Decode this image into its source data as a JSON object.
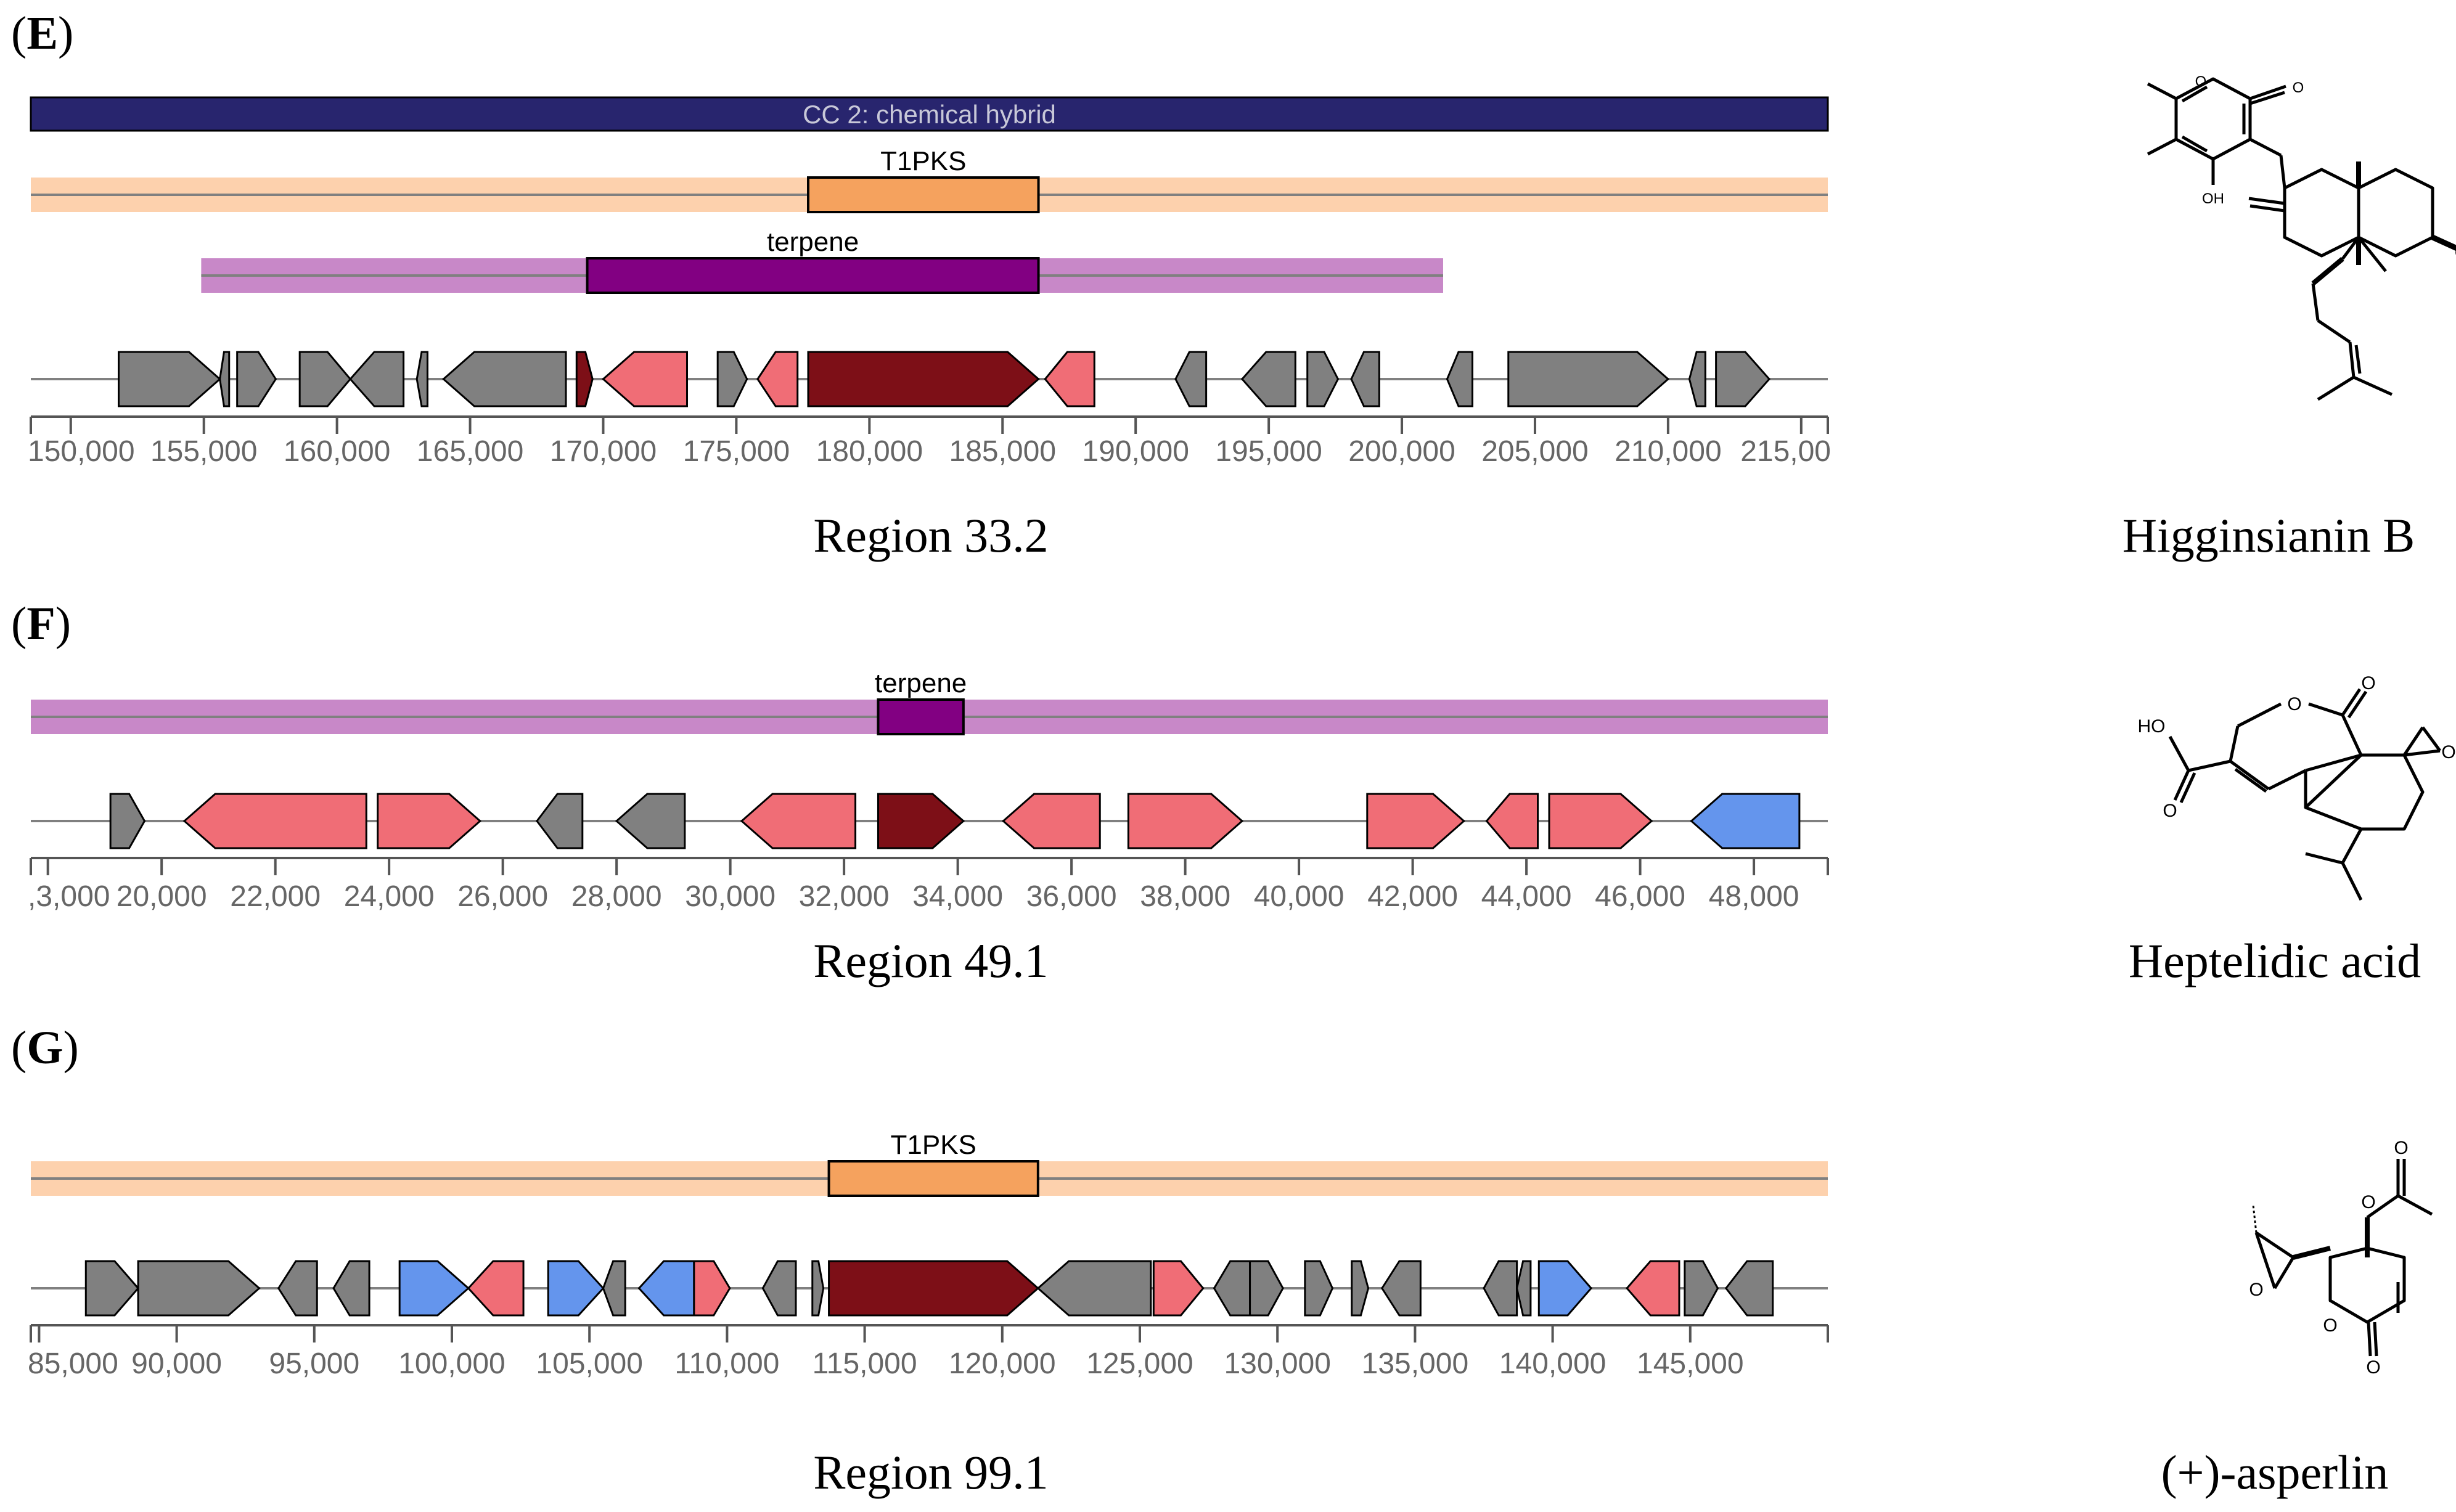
{
  "colors": {
    "core_gene": "#7d0f17",
    "biosynthetic_additional": "#f06d76",
    "transport": "#6495ed",
    "other": "#808080",
    "t1pks_band": "#fdd1ad",
    "t1pks_box": "#f5a25e",
    "terpene_band": "#c888c8",
    "terpene_box": "#820082",
    "hybrid_bar": "#28256e",
    "backbone": "#808080"
  },
  "panels": [
    {
      "letter": "E",
      "region_label": "Region 33.2",
      "compound_name": "Higginsianin B",
      "axis": {
        "min": 148500,
        "max": 216000,
        "ticks": [
          150000,
          155000,
          160000,
          165000,
          170000,
          175000,
          180000,
          185000,
          190000,
          195000,
          200000,
          205000,
          210000,
          215000
        ],
        "tick_labels": [
          "150,000",
          "155,000",
          "160,000",
          "165,000",
          "170,000",
          "175,000",
          "180,000",
          "185,000",
          "190,000",
          "195,000",
          "200,000",
          "205,000",
          "210,000",
          "215,00"
        ]
      },
      "hybrid": {
        "label": "CC 2: chemical hybrid",
        "start": 148500,
        "end": 216000
      },
      "protoclusters": [
        {
          "label": "T1PKS",
          "type": "t1pks",
          "band_start": 148500,
          "band_end": 216000,
          "core_start": 177700,
          "core_end": 186350
        },
        {
          "label": "terpene",
          "type": "terpene",
          "band_start": 154900,
          "band_end": 201550,
          "core_start": 169400,
          "core_end": 186350
        }
      ],
      "genes": [
        {
          "start": 151800,
          "end": 155600,
          "strand": 1,
          "cat": "other"
        },
        {
          "start": 155600,
          "end": 155950,
          "strand": -1,
          "cat": "other"
        },
        {
          "start": 156250,
          "end": 157700,
          "strand": 1,
          "cat": "other"
        },
        {
          "start": 158600,
          "end": 160500,
          "strand": 1,
          "cat": "other"
        },
        {
          "start": 160500,
          "end": 162500,
          "strand": -1,
          "cat": "other"
        },
        {
          "start": 163000,
          "end": 163400,
          "strand": -1,
          "cat": "other"
        },
        {
          "start": 164000,
          "end": 168600,
          "strand": -1,
          "cat": "other"
        },
        {
          "start": 169000,
          "end": 169600,
          "strand": 1,
          "cat": "core"
        },
        {
          "start": 170000,
          "end": 173150,
          "strand": -1,
          "cat": "bio"
        },
        {
          "start": 174300,
          "end": 175400,
          "strand": 1,
          "cat": "other"
        },
        {
          "start": 175800,
          "end": 177300,
          "strand": -1,
          "cat": "bio"
        },
        {
          "start": 177700,
          "end": 186350,
          "strand": 1,
          "cat": "core"
        },
        {
          "start": 186600,
          "end": 188450,
          "strand": -1,
          "cat": "bio"
        },
        {
          "start": 191500,
          "end": 192650,
          "strand": -1,
          "cat": "other"
        },
        {
          "start": 194000,
          "end": 196000,
          "strand": -1,
          "cat": "other"
        },
        {
          "start": 196450,
          "end": 197600,
          "strand": 1,
          "cat": "other"
        },
        {
          "start": 198100,
          "end": 199150,
          "strand": -1,
          "cat": "other"
        },
        {
          "start": 201700,
          "end": 202650,
          "strand": -1,
          "cat": "other"
        },
        {
          "start": 204000,
          "end": 210000,
          "strand": 1,
          "cat": "other"
        },
        {
          "start": 210800,
          "end": 211400,
          "strand": -1,
          "cat": "other"
        },
        {
          "start": 211800,
          "end": 213800,
          "strand": 1,
          "cat": "other"
        }
      ]
    },
    {
      "letter": "F",
      "region_label": "Region 49.1",
      "compound_name": "Heptelidic acid",
      "axis": {
        "min": 17700,
        "max": 49300,
        "ticks": [
          18000,
          20000,
          22000,
          24000,
          26000,
          28000,
          30000,
          32000,
          34000,
          36000,
          38000,
          40000,
          42000,
          44000,
          46000,
          48000
        ],
        "tick_labels": [
          ",3,000",
          "20,000",
          "22,000",
          "24,000",
          "26,000",
          "28,000",
          "30,000",
          "32,000",
          "34,000",
          "36,000",
          "38,000",
          "40,000",
          "42,000",
          "44,000",
          "46,000",
          "48,000"
        ]
      },
      "protoclusters": [
        {
          "label": "terpene",
          "type": "terpene",
          "band_start": 17700,
          "band_end": 49300,
          "core_start": 32600,
          "core_end": 34100
        }
      ],
      "genes": [
        {
          "start": 19100,
          "end": 19700,
          "strand": 1,
          "cat": "other"
        },
        {
          "start": 20400,
          "end": 23600,
          "strand": -1,
          "cat": "bio"
        },
        {
          "start": 23800,
          "end": 25600,
          "strand": 1,
          "cat": "bio"
        },
        {
          "start": 26600,
          "end": 27400,
          "strand": -1,
          "cat": "other"
        },
        {
          "start": 28000,
          "end": 29200,
          "strand": -1,
          "cat": "other"
        },
        {
          "start": 30200,
          "end": 32200,
          "strand": -1,
          "cat": "bio"
        },
        {
          "start": 32600,
          "end": 34100,
          "strand": 1,
          "cat": "core"
        },
        {
          "start": 34800,
          "end": 36500,
          "strand": -1,
          "cat": "bio"
        },
        {
          "start": 37000,
          "end": 39000,
          "strand": 1,
          "cat": "bio"
        },
        {
          "start": 41200,
          "end": 42900,
          "strand": 1,
          "cat": "bio"
        },
        {
          "start": 43300,
          "end": 44200,
          "strand": -1,
          "cat": "bio"
        },
        {
          "start": 44400,
          "end": 46200,
          "strand": 1,
          "cat": "bio"
        },
        {
          "start": 46900,
          "end": 48800,
          "strand": -1,
          "cat": "transport"
        }
      ]
    },
    {
      "letter": "G",
      "region_label": "Region 99.1",
      "compound_name": "(+)-asperlin",
      "axis": {
        "min": 84700,
        "max": 150000,
        "ticks": [
          85000,
          90000,
          95000,
          100000,
          105000,
          110000,
          115000,
          120000,
          125000,
          130000,
          135000,
          140000,
          145000
        ],
        "tick_labels": [
          "85,000",
          "90,000",
          "95,000",
          "100,000",
          "105,000",
          "110,000",
          "115,000",
          "120,000",
          "125,000",
          "130,000",
          "135,000",
          "140,000",
          "145,000"
        ]
      },
      "protoclusters": [
        {
          "label": "T1PKS",
          "type": "t1pks",
          "band_start": 84700,
          "band_end": 150000,
          "core_start": 113700,
          "core_end": 121300
        }
      ],
      "genes": [
        {
          "start": 86700,
          "end": 88600,
          "strand": 1,
          "cat": "other"
        },
        {
          "start": 88600,
          "end": 93000,
          "strand": 1,
          "cat": "other"
        },
        {
          "start": 93700,
          "end": 95100,
          "strand": -1,
          "cat": "other"
        },
        {
          "start": 95700,
          "end": 97000,
          "strand": -1,
          "cat": "other"
        },
        {
          "start": 98100,
          "end": 100600,
          "strand": 1,
          "cat": "transport"
        },
        {
          "start": 100600,
          "end": 102600,
          "strand": -1,
          "cat": "bio"
        },
        {
          "start": 103500,
          "end": 105500,
          "strand": 1,
          "cat": "transport"
        },
        {
          "start": 105500,
          "end": 106300,
          "strand": -1,
          "cat": "other"
        },
        {
          "start": 106800,
          "end": 108800,
          "strand": -1,
          "cat": "transport"
        },
        {
          "start": 108800,
          "end": 110100,
          "strand": 1,
          "cat": "bio"
        },
        {
          "start": 111300,
          "end": 112500,
          "strand": -1,
          "cat": "other"
        },
        {
          "start": 113100,
          "end": 113500,
          "strand": 1,
          "cat": "other"
        },
        {
          "start": 113700,
          "end": 121300,
          "strand": 1,
          "cat": "core"
        },
        {
          "start": 121300,
          "end": 125400,
          "strand": -1,
          "cat": "other"
        },
        {
          "start": 125500,
          "end": 127300,
          "strand": 1,
          "cat": "bio"
        },
        {
          "start": 127700,
          "end": 129000,
          "strand": -1,
          "cat": "other"
        },
        {
          "start": 129000,
          "end": 130200,
          "strand": 1,
          "cat": "other"
        },
        {
          "start": 131000,
          "end": 132000,
          "strand": 1,
          "cat": "other"
        },
        {
          "start": 132700,
          "end": 133300,
          "strand": 1,
          "cat": "other"
        },
        {
          "start": 133800,
          "end": 135200,
          "strand": -1,
          "cat": "other"
        },
        {
          "start": 137500,
          "end": 138700,
          "strand": -1,
          "cat": "other"
        },
        {
          "start": 138700,
          "end": 139200,
          "strand": -1,
          "cat": "other"
        },
        {
          "start": 139500,
          "end": 141400,
          "strand": 1,
          "cat": "transport"
        },
        {
          "start": 142700,
          "end": 144600,
          "strand": -1,
          "cat": "bio"
        },
        {
          "start": 144800,
          "end": 146000,
          "strand": 1,
          "cat": "other"
        },
        {
          "start": 146300,
          "end": 148000,
          "strand": -1,
          "cat": "other"
        }
      ]
    }
  ]
}
